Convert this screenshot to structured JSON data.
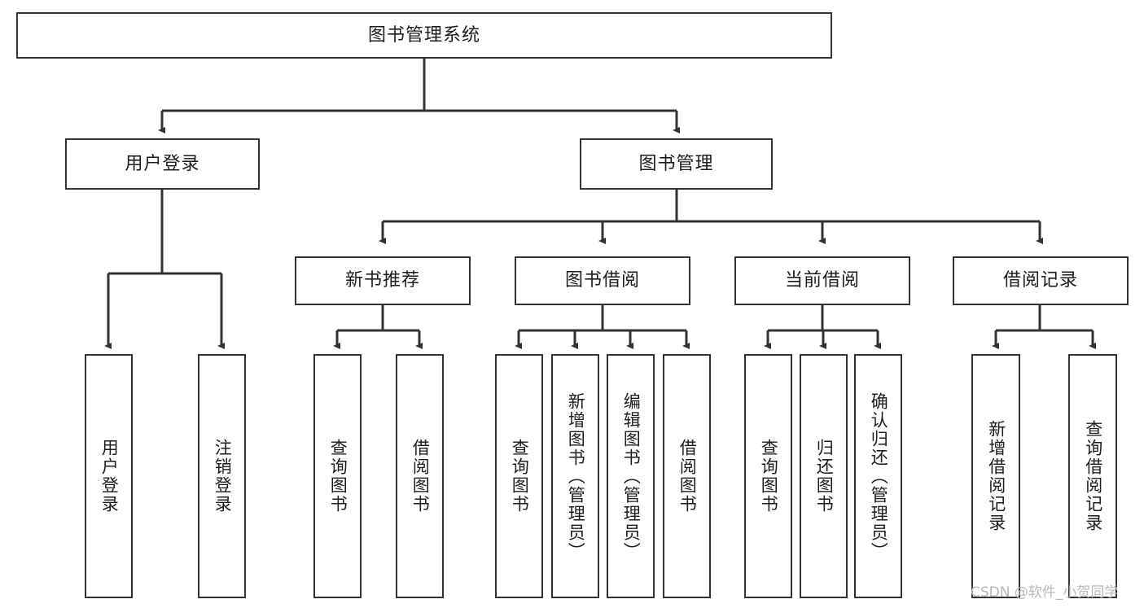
{
  "diagram": {
    "type": "tree-hierarchy-chart",
    "title": "图书管理系统",
    "watermark": "CSDN @软件_小贺同学",
    "colors": {
      "stroke": "#333333",
      "fill": "#ffffff",
      "text": "#1d1d1d",
      "watermark": "#b9b9b9"
    },
    "nodes": {
      "root": {
        "label": "图书管理系统",
        "orientation": "horizontal"
      },
      "level2": [
        {
          "id": "user-login",
          "label": "用户登录",
          "orientation": "horizontal"
        },
        {
          "id": "book-management",
          "label": "图书管理",
          "orientation": "horizontal"
        }
      ],
      "level3": [
        {
          "id": "new-book-recommend",
          "label": "新书推荐",
          "orientation": "horizontal"
        },
        {
          "id": "book-borrow",
          "label": "图书借阅",
          "orientation": "horizontal"
        },
        {
          "id": "current-borrow",
          "label": "当前借阅",
          "orientation": "horizontal"
        },
        {
          "id": "borrow-record",
          "label": "借阅记录",
          "orientation": "horizontal"
        }
      ],
      "leaves": {
        "user-login": [
          {
            "id": "leaf-user-login",
            "label": "用户登录",
            "orientation": "vertical"
          },
          {
            "id": "leaf-logout",
            "label": "注销登录",
            "orientation": "vertical"
          }
        ],
        "new-book-recommend": [
          {
            "id": "leaf-query-book-1",
            "label": "查询图书",
            "orientation": "vertical"
          },
          {
            "id": "leaf-borrow-book-1",
            "label": "借阅图书",
            "orientation": "vertical"
          }
        ],
        "book-borrow": [
          {
            "id": "leaf-query-book-2",
            "label": "查询图书",
            "orientation": "vertical"
          },
          {
            "id": "leaf-add-book-admin",
            "label": "新增图书（管理员）",
            "orientation": "vertical"
          },
          {
            "id": "leaf-edit-book-admin",
            "label": "编辑图书（管理员）",
            "orientation": "vertical"
          },
          {
            "id": "leaf-borrow-book-2",
            "label": "借阅图书",
            "orientation": "vertical"
          }
        ],
        "current-borrow": [
          {
            "id": "leaf-query-book-3",
            "label": "查询图书",
            "orientation": "vertical"
          },
          {
            "id": "leaf-return-book",
            "label": "归还图书",
            "orientation": "vertical"
          },
          {
            "id": "leaf-confirm-return-admin",
            "label": "确认归还（管理员）",
            "orientation": "vertical"
          }
        ],
        "borrow-record": [
          {
            "id": "leaf-add-borrow-record",
            "label": "新增借阅记录",
            "orientation": "vertical"
          },
          {
            "id": "leaf-query-borrow-record",
            "label": "查询借阅记录",
            "orientation": "vertical"
          }
        ]
      }
    }
  }
}
